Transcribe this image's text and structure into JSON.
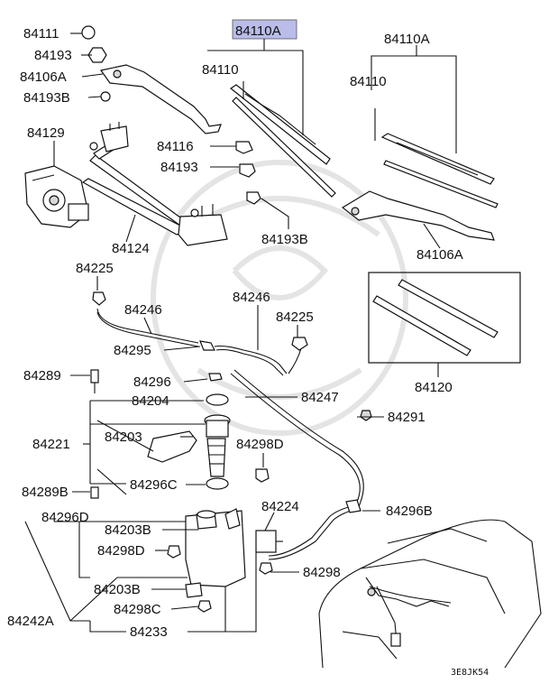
{
  "highlight_color": "#b9bde8",
  "labels": {
    "p84111": "84111",
    "p84193_a": "84193",
    "p84106a_left": "84106A",
    "p84193b_left": "84193B",
    "p84129": "84129",
    "p84124": "84124",
    "p84110a_highlight": "84110A",
    "p84110_mid": "84110",
    "p84116": "84116",
    "p84193_b": "84193",
    "p84193b_mid": "84193B",
    "p84110a_right": "84110A",
    "p84110_right": "84110",
    "p84106a_right": "84106A",
    "p84225_a": "84225",
    "p84246_a": "84246",
    "p84246_b": "84246",
    "p84225_b": "84225",
    "p84295": "84295",
    "p84120": "84120",
    "p84289": "84289",
    "p84296": "84296",
    "p84204": "84204",
    "p84247": "84247",
    "p84291": "84291",
    "p84221": "84221",
    "p84203": "84203",
    "p84298d_a": "84298D",
    "p84289b": "84289B",
    "p84296c": "84296C",
    "p84224": "84224",
    "p84296d": "84296D",
    "p84203b_a": "84203B",
    "p84296b": "84296B",
    "p84298d_b": "84298D",
    "p84298": "84298",
    "p84203b_b": "84203B",
    "p84298c": "84298C",
    "p84242a": "84242A",
    "p84233": "84233",
    "diagram_code": "3E8JK54"
  }
}
